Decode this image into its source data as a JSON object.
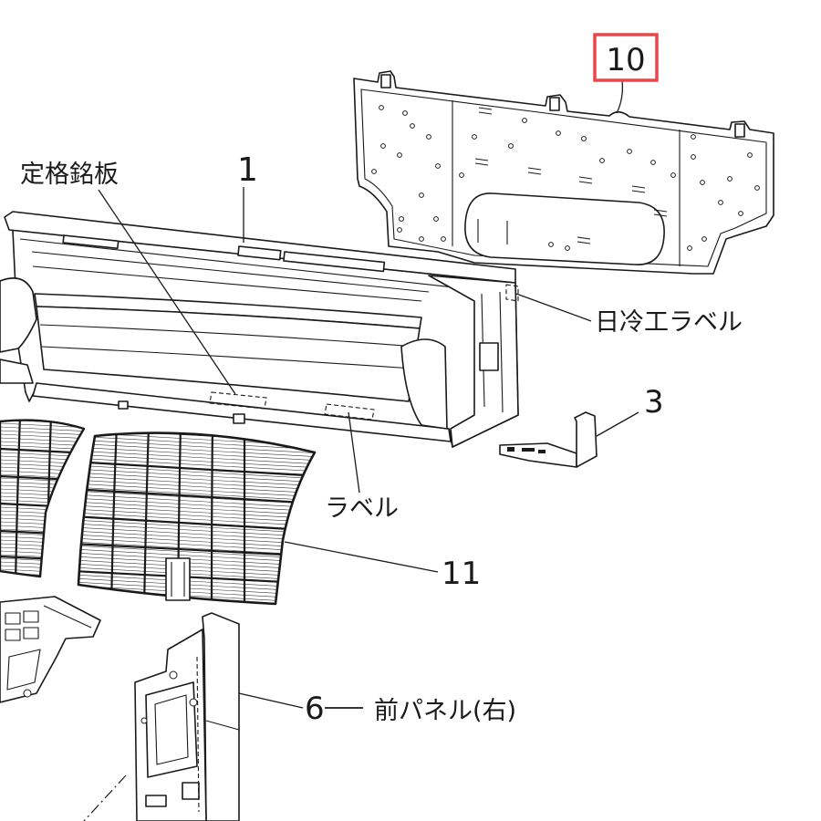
{
  "labels": {
    "part_10": "10",
    "part_1": "1",
    "rating_plate": "定格銘板",
    "jra_label": "日冷工ラベル",
    "part_3": "3",
    "label": "ラベル",
    "part_11": "11",
    "part_6": "6",
    "part_6_name": "前パネル(右)"
  },
  "colors": {
    "highlight": "#e8474c",
    "line": "#1a1a1a",
    "background": "#ffffff"
  }
}
